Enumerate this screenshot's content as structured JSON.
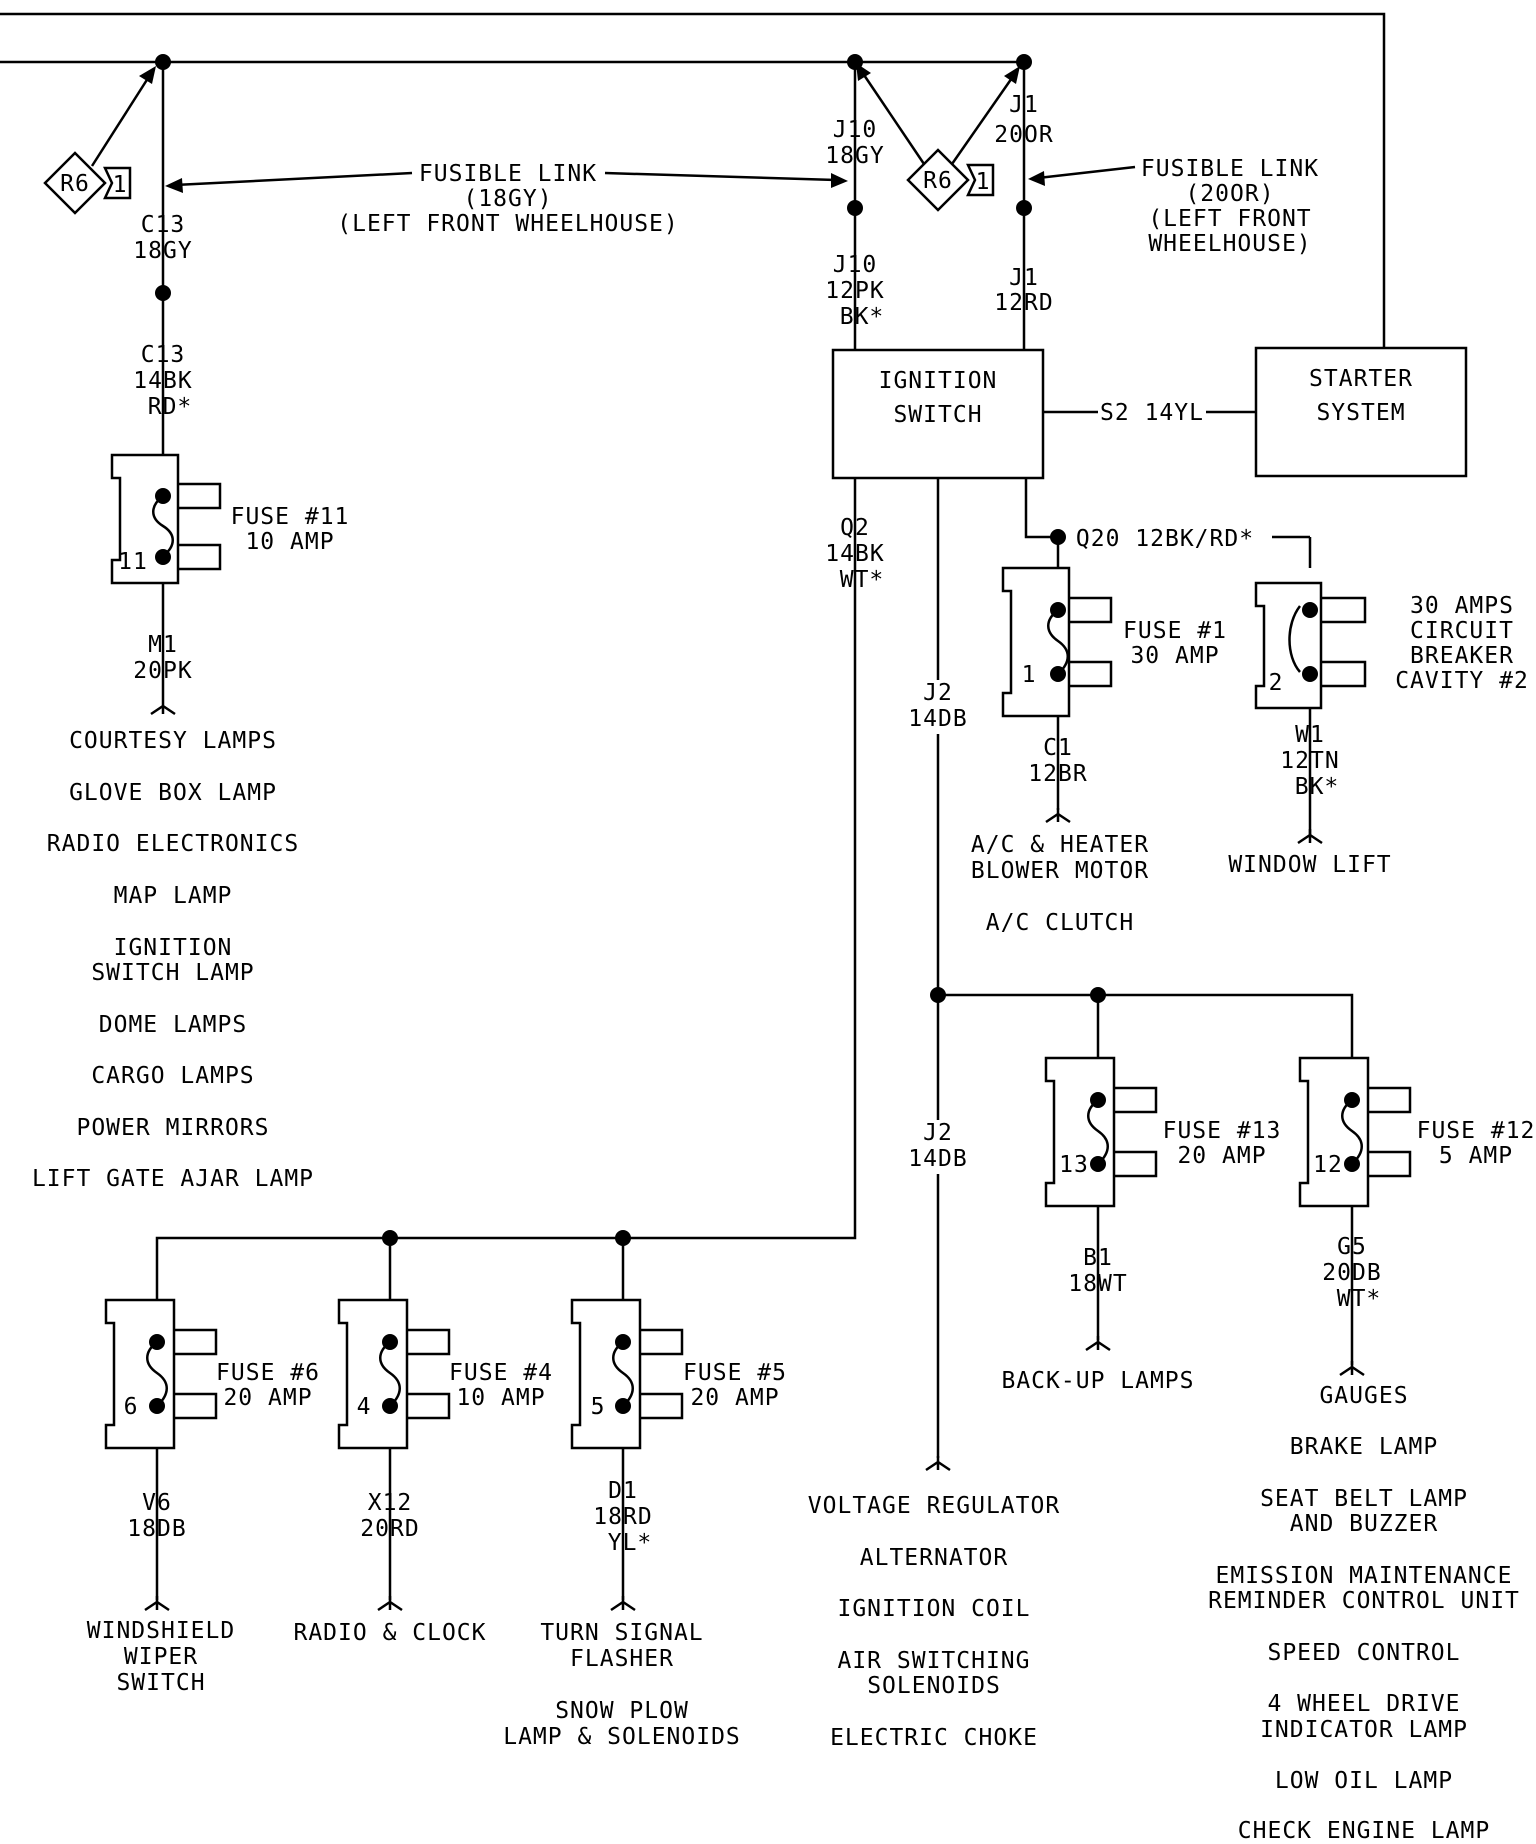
{
  "fusible_links": {
    "left": {
      "title": "FUSIBLE LINK",
      "gauge": "(18GY)",
      "location": "(LEFT FRONT WHEELHOUSE)"
    },
    "right": {
      "title": "FUSIBLE LINK",
      "gauge": "(20OR)",
      "location_1": "(LEFT FRONT",
      "location_2": "WHEELHOUSE)"
    },
    "r6_label": "R6",
    "r6_num": "1"
  },
  "wires": {
    "c13_top": {
      "id": "C13",
      "gauge": "18GY"
    },
    "c13_bottom": {
      "id": "C13",
      "gauge": "14BK",
      "tracer": "RD*"
    },
    "j10_top": {
      "id": "J10",
      "gauge": "18GY"
    },
    "j10_bottom": {
      "id": "J10",
      "gauge": "12PK",
      "tracer": "BK*"
    },
    "j1_top": {
      "id": "J1",
      "gauge": "20OR"
    },
    "j1_bottom": {
      "id": "J1",
      "gauge": "12RD"
    },
    "m1": {
      "id": "M1",
      "gauge": "20PK"
    },
    "q2": {
      "id": "Q2",
      "gauge": "14BK",
      "tracer": "WT*"
    },
    "j2_upper": {
      "id": "J2",
      "gauge": "14DB"
    },
    "j2_lower": {
      "id": "J2",
      "gauge": "14DB"
    },
    "s2": "S2 14YL",
    "q20": "Q20 12BK/RD*",
    "c1": {
      "id": "C1",
      "gauge": "12BR"
    },
    "w1": {
      "id": "W1",
      "gauge": "12TN",
      "tracer": "BK*"
    },
    "b1": {
      "id": "B1",
      "gauge": "18WT"
    },
    "g5": {
      "id": "G5",
      "gauge": "20DB",
      "tracer": "WT*"
    },
    "v6": {
      "id": "V6",
      "gauge": "18DB"
    },
    "x12": {
      "id": "X12",
      "gauge": "20RD"
    },
    "d1": {
      "id": "D1",
      "gauge": "18RD",
      "tracer": "YL*"
    }
  },
  "components": {
    "ignition_switch": {
      "line1": "IGNITION",
      "line2": "SWITCH"
    },
    "starter_system": {
      "line1": "STARTER",
      "line2": "SYSTEM"
    }
  },
  "fuses": {
    "f11": {
      "num": "11",
      "title": "FUSE #11",
      "rating": "10 AMP"
    },
    "f1": {
      "num": "1",
      "title": "FUSE #1",
      "rating": "30 AMP"
    },
    "cb2": {
      "num": "2",
      "line1": "30 AMPS",
      "line2": "CIRCUIT",
      "line3": "BREAKER",
      "line4": "CAVITY #2"
    },
    "f13": {
      "num": "13",
      "title": "FUSE #13",
      "rating": "20 AMP"
    },
    "f12": {
      "num": "12",
      "title": "FUSE #12",
      "rating": "5 AMP"
    },
    "f6": {
      "num": "6",
      "title": "FUSE #6",
      "rating": "20 AMP"
    },
    "f4": {
      "num": "4",
      "title": "FUSE #4",
      "rating": "10 AMP"
    },
    "f5": {
      "num": "5",
      "title": "FUSE #5",
      "rating": "20 AMP"
    }
  },
  "loads": {
    "m1": [
      "COURTESY LAMPS",
      "GLOVE BOX LAMP",
      "RADIO ELECTRONICS",
      "MAP LAMP",
      "IGNITION",
      "SWITCH LAMP",
      "DOME LAMPS",
      "CARGO LAMPS",
      "POWER MIRRORS",
      "LIFT GATE AJAR LAMP"
    ],
    "c1": [
      "A/C & HEATER",
      "BLOWER MOTOR",
      "A/C CLUTCH"
    ],
    "w1": [
      "WINDOW LIFT"
    ],
    "b1": [
      "BACK-UP LAMPS"
    ],
    "g5": [
      "GAUGES",
      "BRAKE LAMP",
      "SEAT BELT LAMP",
      "AND BUZZER",
      "EMISSION MAINTENANCE",
      "REMINDER CONTROL UNIT",
      "SPEED CONTROL",
      "4 WHEEL DRIVE",
      "INDICATOR LAMP",
      "LOW OIL LAMP",
      "CHECK ENGINE LAMP"
    ],
    "j2": [
      "VOLTAGE REGULATOR",
      "ALTERNATOR",
      "IGNITION COIL",
      "AIR SWITCHING",
      "SOLENOIDS",
      "ELECTRIC CHOKE"
    ],
    "v6": [
      "WINDSHIELD",
      "WIPER",
      "SWITCH"
    ],
    "x12": [
      "RADIO & CLOCK"
    ],
    "d1": [
      "TURN SIGNAL",
      "FLASHER",
      "SNOW PLOW",
      "LAMP & SOLENOIDS"
    ]
  }
}
